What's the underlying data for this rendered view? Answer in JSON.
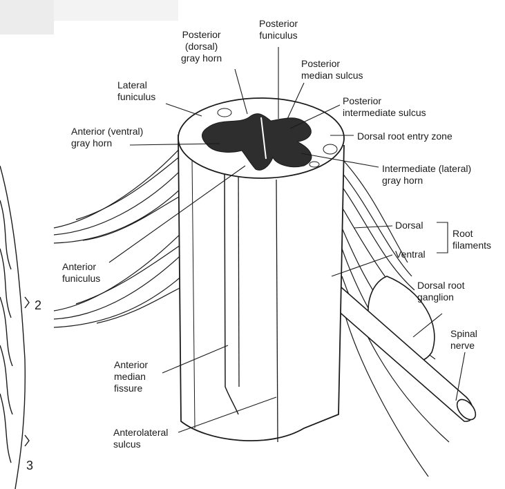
{
  "labels": {
    "posterior_dorsal_gray_horn": "Posterior\n(dorsal)\ngray horn",
    "posterior_funiculus": "Posterior\nfuniculus",
    "posterior_median_sulcus": "Posterior\nmedian sulcus",
    "lateral_funiculus": "Lateral\nfuniculus",
    "posterior_intermediate_sulcus": "Posterior\nintermediate sulcus",
    "anterior_ventral_gray_horn": "Anterior (ventral)\ngray horn",
    "dorsal_root_entry_zone": "Dorsal root entry zone",
    "intermediate_lateral_gray_horn": "Intermediate (lateral)\ngray horn",
    "dorsal": "Dorsal",
    "ventral": "Ventral",
    "root_filaments": "Root\nfilaments",
    "anterior_funiculus": "Anterior\nfuniculus",
    "dorsal_root_ganglion": "Dorsal root\nganglion",
    "spinal_nerve": "Spinal\nnerve",
    "anterior_median_fissure": "Anterior\nmedian\nfissure",
    "anterolateral_sulcus": "Anterolateral\nsulcus"
  },
  "side_markers": {
    "two": "2",
    "three": "3"
  },
  "colors": {
    "ink": "#1a1a1a",
    "gray_matter": "#2e2e2e",
    "background": "#ffffff",
    "shade": "#ececec"
  }
}
